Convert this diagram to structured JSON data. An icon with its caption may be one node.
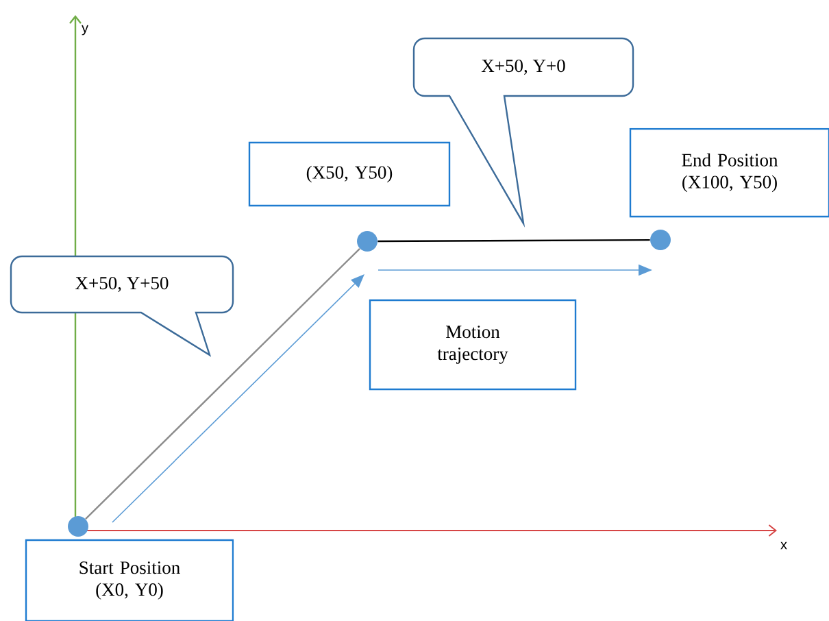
{
  "diagram": {
    "nodes": [
      {
        "text": [],
        "shape": "circle"
      },
      {
        "text": [],
        "shape": "circle"
      },
      {
        "text": [],
        "shape": "circle"
      },
      {
        "text": [
          "Start Position (X0, Y0)"
        ]
      },
      {
        "text": [
          "(X50, Y50)"
        ]
      },
      {
        "text": [
          "End Position (X100, Y50)"
        ]
      },
      {
        "text": [
          "Motion trajectory"
        ]
      },
      {
        "text": [
          "X+50, Y+50"
        ]
      },
      {
        "text": [
          "X+50, Y+0"
        ]
      }
    ],
    "edges": [
      {
        "from": 0,
        "to": 1,
        "arrow": "none",
        "color": "#8c8c8c"
      },
      {
        "from": 1,
        "to": 2,
        "arrow": "none",
        "color": "#000000"
      }
    ],
    "labels": [
      "y",
      "x"
    ]
  }
}
